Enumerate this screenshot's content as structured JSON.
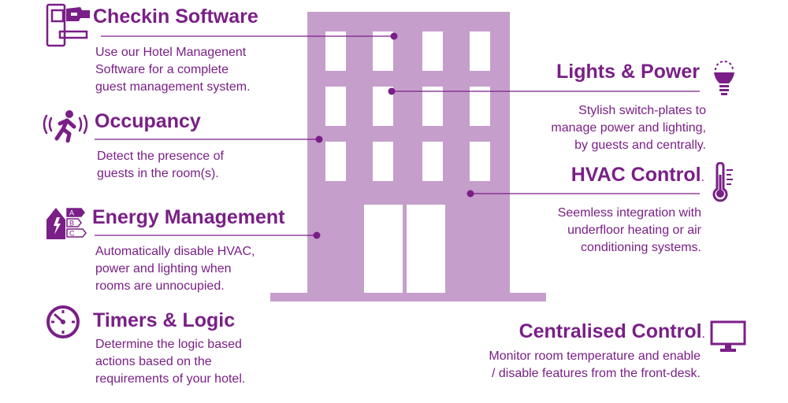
{
  "colors": {
    "primary": "#7a1f87",
    "building": "#c59ecb",
    "window": "#ffffff"
  },
  "features": [
    {
      "id": "checkin",
      "icon": "key-card-lock-icon",
      "title": "Checkin Software",
      "description": "Use our Hotel Managenent\nSoftware for a complete\nguest management system."
    },
    {
      "id": "occupancy",
      "icon": "motion-sensor-icon",
      "title": "Occupancy",
      "description": "Detect the presence of\nguests in the room(s)."
    },
    {
      "id": "energy",
      "icon": "energy-rating-icon",
      "title": "Energy Management",
      "description": "Automatically disable HVAC,\npower and lighting when\nrooms are unnocupied."
    },
    {
      "id": "timers",
      "icon": "clock-icon",
      "title": "Timers & Logic",
      "description": "Determine the logic based\nactions based on the\nrequirements of your hotel."
    },
    {
      "id": "lights",
      "icon": "light-bulb-icon",
      "title": "Lights & Power",
      "description": "Stylish switch-plates to\nmanage power and lighting,\nby guests and centrally."
    },
    {
      "id": "hvac",
      "icon": "thermometer-icon",
      "title": "HVAC Control",
      "suffix": ".",
      "description": "Seemless integration with\nunderfloor heating or air\nconditioning systems."
    },
    {
      "id": "central",
      "icon": "monitor-icon",
      "title": "Centralised Control",
      "suffix": ".",
      "description": "Monitor room temperature and enable\n/ disable features from the front-desk."
    }
  ]
}
